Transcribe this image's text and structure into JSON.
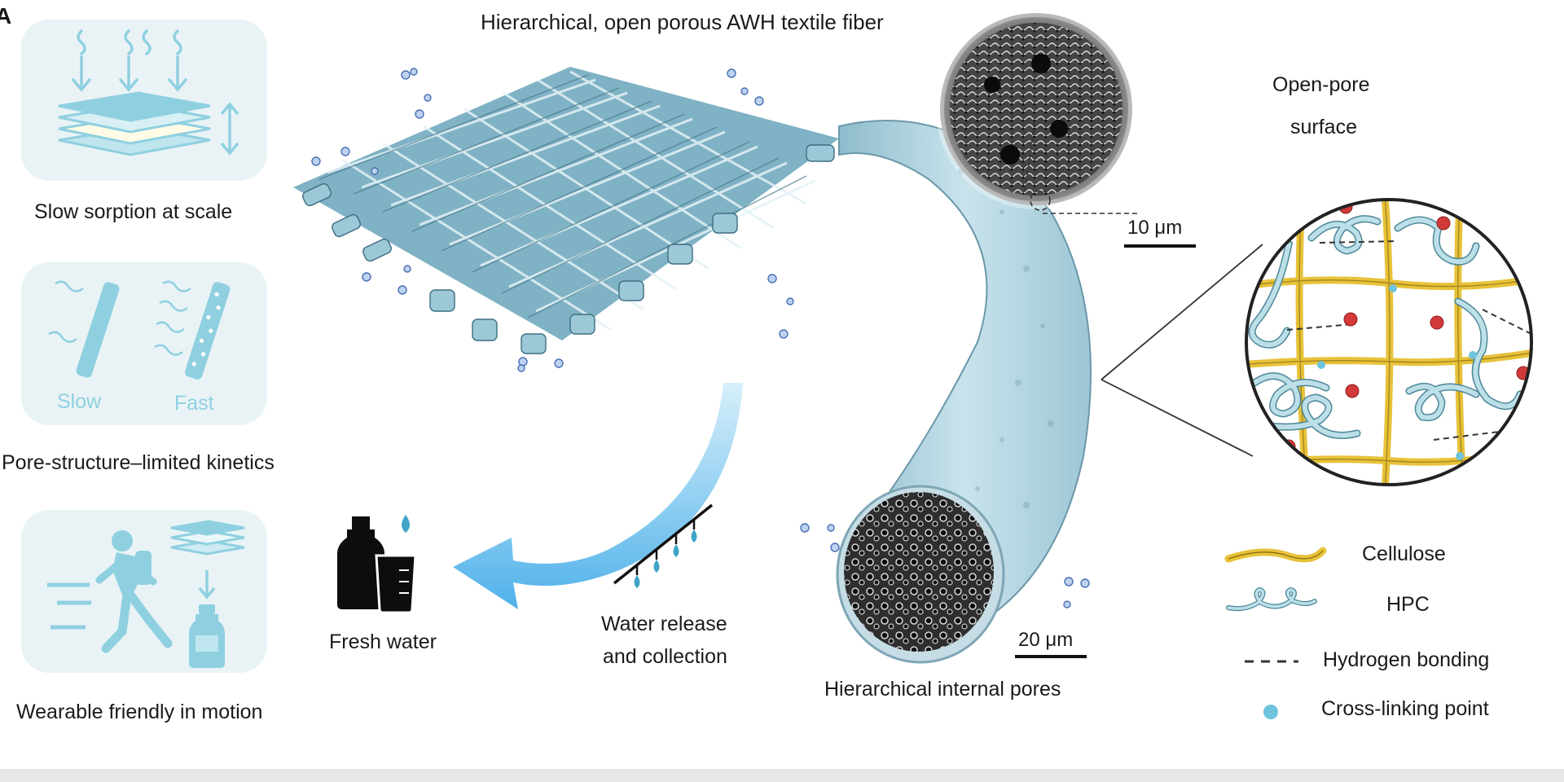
{
  "panel_letter": "A",
  "title": "Hierarchical, open porous AWH textile fiber",
  "left_panels": [
    {
      "caption": "Slow sorption at scale"
    },
    {
      "caption": "Pore-structure–limited kinetics",
      "slow_label": "Slow",
      "fast_label": "Fast"
    },
    {
      "caption": "Wearable friendly in motion"
    }
  ],
  "labels": {
    "open_pore_line1": "Open-pore",
    "open_pore_line2": "surface",
    "scale_top": "10 μm",
    "scale_bottom": "20 μm",
    "internal_pores": "Hierarchical internal pores",
    "water_release_line1": "Water release",
    "water_release_line2": "and collection",
    "fresh_water": "Fresh water"
  },
  "legend": [
    {
      "label": "Cellulose",
      "icon": "cellulose-strand-icon"
    },
    {
      "label": "HPC",
      "icon": "hpc-coil-icon"
    },
    {
      "label": "Hydrogen bonding",
      "icon": "dashed-line-icon"
    },
    {
      "label": "Cross-linking point",
      "icon": "blue-dot-icon"
    }
  ],
  "colors": {
    "panel_bg": "#e9f3f6",
    "fiber_blue": "#a9cfdc",
    "icon_blue": "#8fd0e0",
    "cellulose_yellow": "#e7c23a",
    "hpc_blue": "#bcdfe8",
    "ion_red": "#d23a3a",
    "crosslink_blue": "#6fc3dd",
    "arrow_blue": "#5ab8ec"
  }
}
